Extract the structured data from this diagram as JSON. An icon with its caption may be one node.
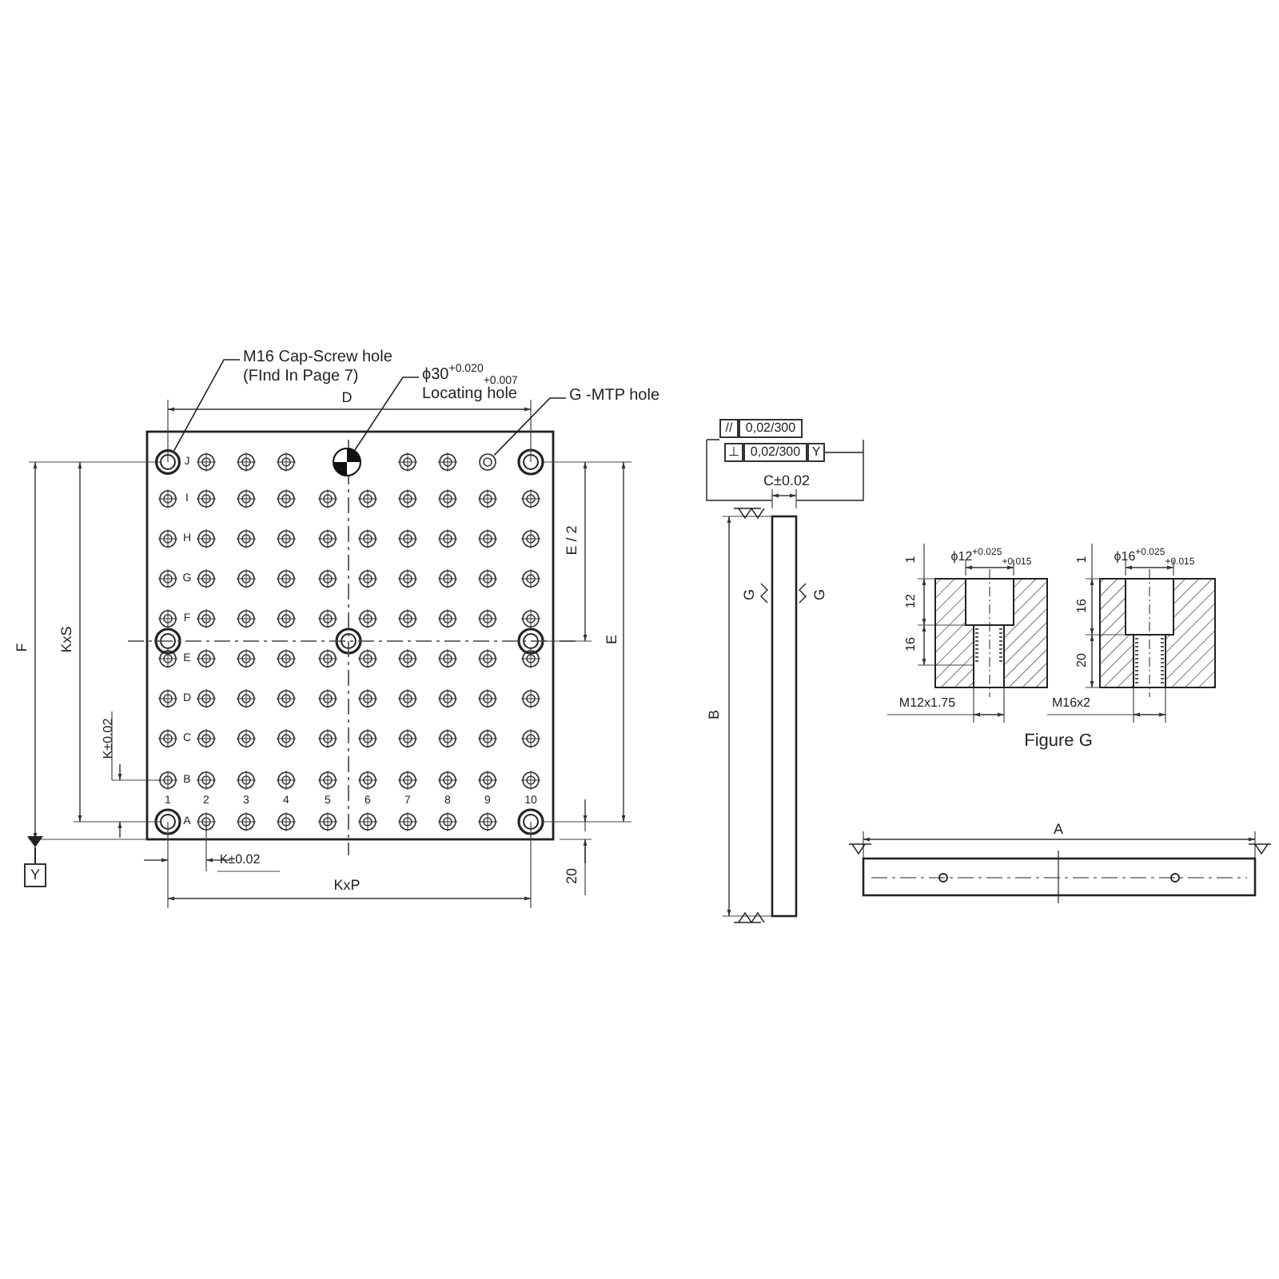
{
  "diagram": {
    "nodes": [
      {
        "text": [
          "M16 Cap-Screw hole",
          "(FInd In Page 7)"
        ]
      },
      {
        "text": [],
        "shape": "circle"
      },
      {
        "text": [
          "ϕ30$^{+0.020}$$_{+0.007}$",
          "Locating hole"
        ]
      },
      {
        "text": [],
        "shape": "circle"
      },
      {
        "text": [
          "G -MTP hole"
        ]
      },
      {
        "text": [],
        "shape": "circle"
      }
    ],
    "edges": [
      {
        "from": 0,
        "to": 1,
        "arrow": "none"
      },
      {
        "from": 2,
        "to": 3,
        "arrow": "none"
      },
      {
        "from": 4,
        "to": 5,
        "arrow": "none"
      }
    ],
    "labels": [
      "D",
      "F",
      "KxS",
      "K±0.02",
      "Y",
      "E / 2",
      "E",
      "20",
      "K±0.02",
      "KxP",
      "J",
      "I",
      "H",
      "G",
      "F",
      "E",
      "D",
      "C",
      "B",
      "A",
      "1",
      "2",
      "3",
      "4",
      "5",
      "6",
      "7",
      "8",
      "9",
      "10",
      "//",
      "0,02/300",
      "⊥",
      "0,02/300",
      "Y",
      "C±0.02",
      "G",
      "G",
      "B",
      "1",
      "ϕ12$^{+0.025}$$_{+0.015}$",
      "12",
      "16",
      "M12x1.75",
      "1",
      "ϕ16$^{+0.025}$$_{+0.015}$",
      "16",
      "20",
      "M16x2",
      "Figure G",
      "A"
    ]
  }
}
